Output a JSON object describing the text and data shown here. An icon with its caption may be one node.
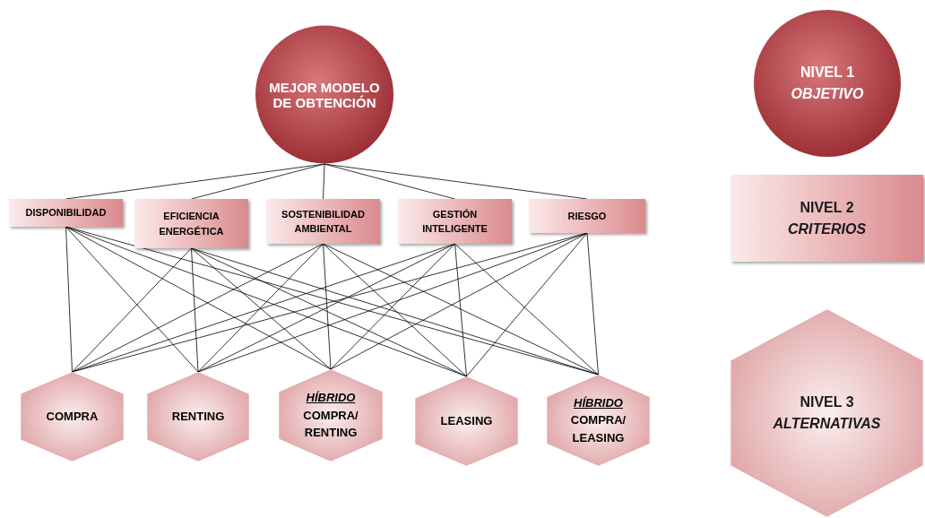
{
  "diagram": {
    "nodes": [
      {
        "text": [
          "MEJOR MODELO DE OBTENCIÓN"
        ]
      },
      {
        "text": [
          "DISPONIBILIDAD"
        ]
      },
      {
        "text": [
          "EFICIENCIA ENERGÉTICA"
        ]
      },
      {
        "text": [
          "SOSTENIBILIDAD AMBIENTAL"
        ]
      },
      {
        "text": [
          "GESTIÓN INTELIGENTE"
        ]
      },
      {
        "text": [
          "RIESGO"
        ]
      },
      {
        "text": [
          "COMPRA"
        ]
      },
      {
        "text": [
          "RENTING"
        ]
      },
      {
        "text": [
          "HÍBRIDO",
          "COMPRA/ RENTING"
        ]
      },
      {
        "text": [
          "LEASING"
        ]
      },
      {
        "text": [
          "HÍBRIDO",
          "COMPRA/ LEASING"
        ]
      },
      {
        "text": [
          "NIVEL 1",
          "OBJETIVO"
        ]
      },
      {
        "text": [
          "NIVEL 2",
          "CRITERIOS"
        ]
      },
      {
        "text": [
          "NIVEL 3",
          "ALTERNATIVAS"
        ]
      }
    ],
    "edges": [
      {
        "from": 0,
        "to": 1,
        "arrow": "none"
      },
      {
        "from": 0,
        "to": 2,
        "arrow": "none"
      },
      {
        "from": 0,
        "to": 3,
        "arrow": "none"
      },
      {
        "from": 0,
        "to": 4,
        "arrow": "none"
      },
      {
        "from": 0,
        "to": 5,
        "arrow": "none"
      },
      {
        "from": 1,
        "to": 6,
        "arrow": "none"
      },
      {
        "from": 1,
        "to": 7,
        "arrow": "none"
      },
      {
        "from": 1,
        "to": 8,
        "arrow": "none"
      },
      {
        "from": 1,
        "to": 9,
        "arrow": "none"
      },
      {
        "from": 1,
        "to": 10,
        "arrow": "none"
      },
      {
        "from": 2,
        "to": 6,
        "arrow": "none"
      },
      {
        "from": 2,
        "to": 7,
        "arrow": "none"
      },
      {
        "from": 2,
        "to": 8,
        "arrow": "none"
      },
      {
        "from": 2,
        "to": 9,
        "arrow": "none"
      },
      {
        "from": 2,
        "to": 10,
        "arrow": "none"
      },
      {
        "from": 3,
        "to": 6,
        "arrow": "none"
      },
      {
        "from": 3,
        "to": 7,
        "arrow": "none"
      },
      {
        "from": 3,
        "to": 8,
        "arrow": "none"
      },
      {
        "from": 3,
        "to": 9,
        "arrow": "none"
      },
      {
        "from": 3,
        "to": 10,
        "arrow": "none"
      },
      {
        "from": 4,
        "to": 6,
        "arrow": "none"
      },
      {
        "from": 4,
        "to": 7,
        "arrow": "none"
      },
      {
        "from": 4,
        "to": 8,
        "arrow": "none"
      },
      {
        "from": 4,
        "to": 9,
        "arrow": "none"
      },
      {
        "from": 4,
        "to": 10,
        "arrow": "none"
      },
      {
        "from": 5,
        "to": 6,
        "arrow": "none"
      },
      {
        "from": 5,
        "to": 7,
        "arrow": "none"
      },
      {
        "from": 5,
        "to": 8,
        "arrow": "none"
      },
      {
        "from": 5,
        "to": 9,
        "arrow": "none"
      },
      {
        "from": 5,
        "to": 10,
        "arrow": "none"
      }
    ]
  }
}
